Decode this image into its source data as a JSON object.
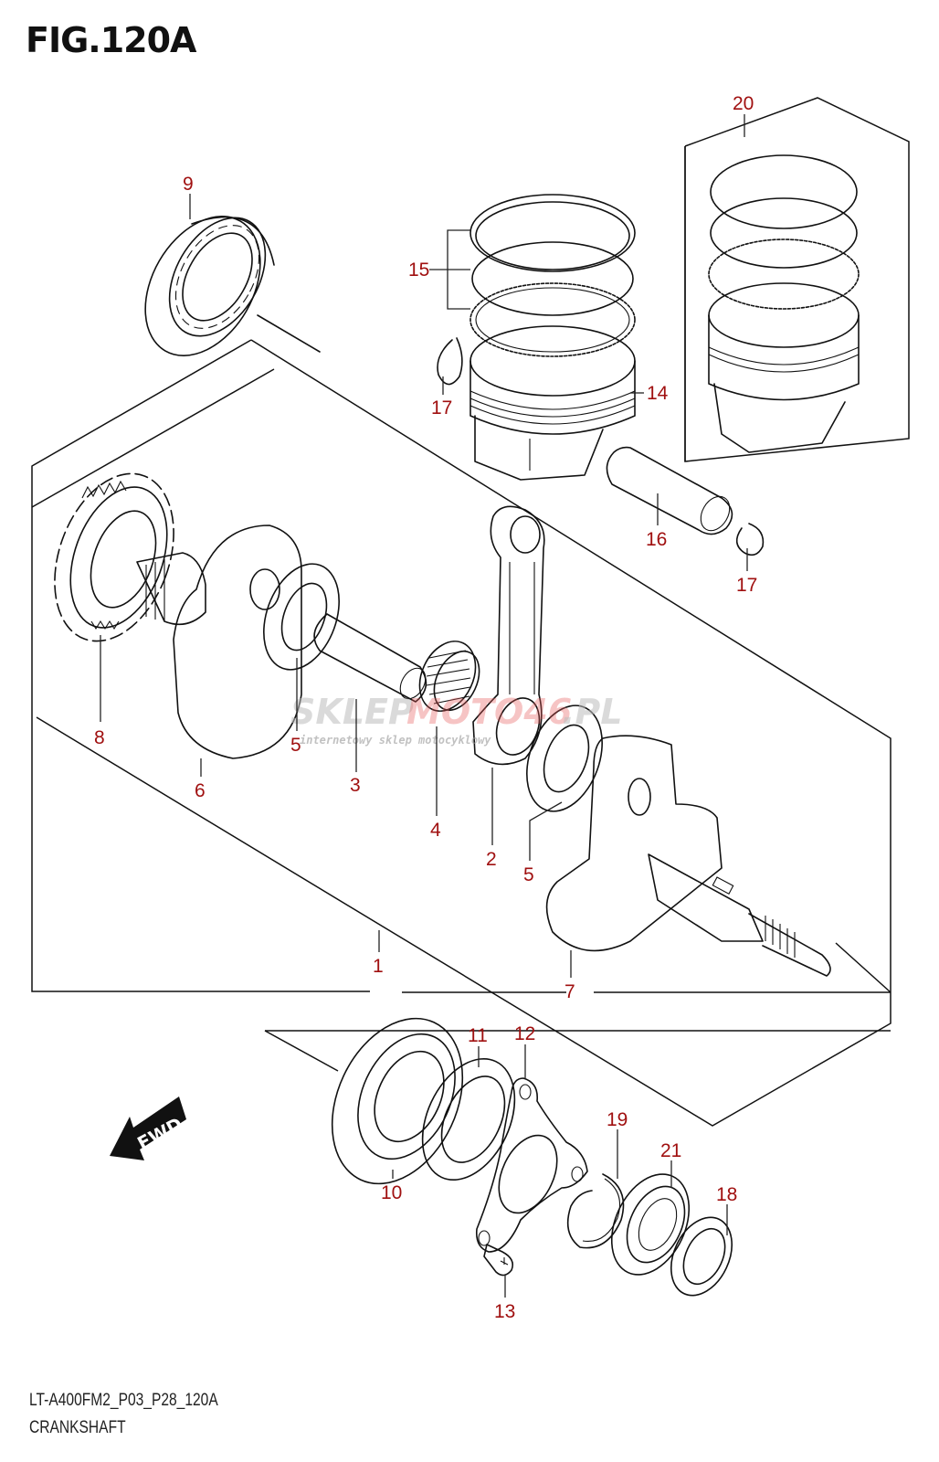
{
  "figure": {
    "title": "FIG.120A",
    "code": "LT-A400FM2_P03_P28_120A",
    "name": "CRANKSHAFT"
  },
  "colors": {
    "label": "#a01010",
    "line": "#111111",
    "background": "#ffffff"
  },
  "watermark": {
    "brand_gray": "SKLEP",
    "brand_red": "MOTO46",
    "brand_suffix": ".PL",
    "tagline": "internetowy sklep motocyklowy"
  },
  "direction_marker": {
    "label": "FWD",
    "icon": "arrow-left-down-icon"
  },
  "parts": [
    {
      "ref": "1",
      "name": "crankshaft-assembly"
    },
    {
      "ref": "2",
      "name": "connecting-rod"
    },
    {
      "ref": "3",
      "name": "crank-pin"
    },
    {
      "ref": "4",
      "name": "needle-bearing"
    },
    {
      "ref": "5",
      "name": "thrust-washer"
    },
    {
      "ref": "6",
      "name": "left-crank-web"
    },
    {
      "ref": "7",
      "name": "right-crank-web"
    },
    {
      "ref": "8",
      "name": "drive-gear"
    },
    {
      "ref": "9",
      "name": "left-bearing"
    },
    {
      "ref": "10",
      "name": "right-bearing"
    },
    {
      "ref": "11",
      "name": "oil-seal"
    },
    {
      "ref": "12",
      "name": "retainer-plate"
    },
    {
      "ref": "13",
      "name": "screw"
    },
    {
      "ref": "14",
      "name": "piston"
    },
    {
      "ref": "15",
      "name": "piston-ring-set"
    },
    {
      "ref": "16",
      "name": "piston-pin"
    },
    {
      "ref": "17",
      "name": "circlip"
    },
    {
      "ref": "18",
      "name": "oil-seal-small"
    },
    {
      "ref": "19",
      "name": "snap-ring"
    },
    {
      "ref": "20",
      "name": "piston-set"
    },
    {
      "ref": "21",
      "name": "ball-bearing"
    }
  ],
  "labels": {
    "l1": "1",
    "l2": "2",
    "l3": "3",
    "l4": "4",
    "l5a": "5",
    "l5b": "5",
    "l6": "6",
    "l7": "7",
    "l8": "8",
    "l9": "9",
    "l10": "10",
    "l11": "11",
    "l12": "12",
    "l13": "13",
    "l14": "14",
    "l15": "15",
    "l16": "16",
    "l17a": "17",
    "l17b": "17",
    "l18": "18",
    "l19": "19",
    "l20": "20",
    "l21": "21"
  }
}
